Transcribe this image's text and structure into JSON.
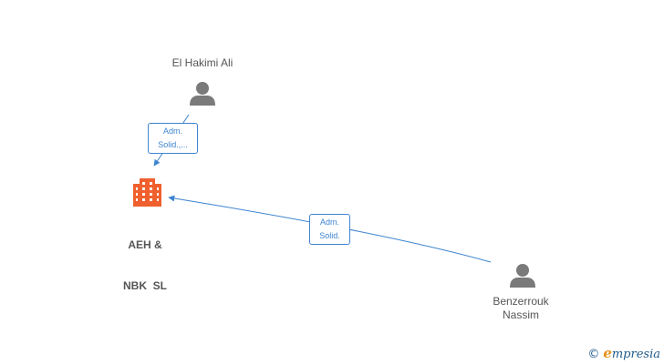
{
  "nodes": {
    "person_top": {
      "name": "El Hakimi Ali"
    },
    "company": {
      "name_line1": "AEH &",
      "name_line2": "NBK  SL"
    },
    "person_right": {
      "name_line1": "Benzerrouk",
      "name_line2": "Nassim"
    }
  },
  "edges": {
    "top_to_company": {
      "line1": "Adm.",
      "line2": "Solid.,..."
    },
    "right_to_company": {
      "line1": "Adm.",
      "line2": "Solid."
    }
  },
  "watermark": {
    "symbol": "©",
    "brand_initial": "e",
    "brand_rest": "mpresia"
  },
  "colors": {
    "edge": "#3d84cf",
    "company": "#f0602e",
    "person": "#7a7a7a"
  }
}
